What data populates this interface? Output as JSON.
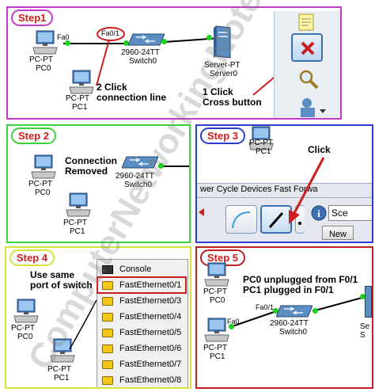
{
  "step1": {
    "badge": "Step1",
    "pc0": {
      "type": "PC-PT",
      "name": "PC0"
    },
    "pc1": {
      "type": "PC-PT",
      "name": "PC1"
    },
    "switch": {
      "type": "2960-24TT",
      "name": "Switch0"
    },
    "server": {
      "type": "Server-PT",
      "name": "Server0"
    },
    "port_left": "Fa0",
    "port_right": "Fa0/1",
    "note_click_line": "2 Click\nconnection line",
    "note_click_button": "1 Click\nCross button"
  },
  "step2": {
    "badge": "Step 2",
    "note": "Connection\nRemoved",
    "pc0": {
      "type": "PC-PT",
      "name": "PC0"
    },
    "pc1": {
      "type": "PC-PT",
      "name": "PC1"
    },
    "switch": {
      "type": "2960-24TT",
      "name": "Switch0"
    }
  },
  "step3": {
    "badge": "Step 3",
    "pc1": {
      "type": "PC-PT",
      "name": "PC1"
    },
    "click_label": "Click",
    "toolbar_text": "wer Cycle Devices  Fast Forwa",
    "sce_label": "Sce",
    "new_label": "New"
  },
  "step4": {
    "badge": "Step 4",
    "note": "Use same\nport of switch",
    "pc0": {
      "type": "PC-PT",
      "name": "PC0"
    },
    "pc1": {
      "type": "PC-PT",
      "name": "PC1"
    },
    "menu": [
      {
        "label": "Console",
        "kind": "console"
      },
      {
        "label": "FastEthernet0/1",
        "kind": "fe"
      },
      {
        "label": "FastEthernet0/3",
        "kind": "fe"
      },
      {
        "label": "FastEthernet0/4",
        "kind": "fe"
      },
      {
        "label": "FastEthernet0/5",
        "kind": "fe"
      },
      {
        "label": "FastEthernet0/6",
        "kind": "fe"
      },
      {
        "label": "FastEthernet0/7",
        "kind": "fe"
      },
      {
        "label": "FastEthernet0/8",
        "kind": "fe"
      }
    ]
  },
  "step5": {
    "badge": "Step 5",
    "note": "PC0 unplugged from F0/1\nPC1 plugged in F0/1",
    "pc0": {
      "type": "PC-PT",
      "name": "PC0"
    },
    "pc1": {
      "type": "PC-PT",
      "name": "PC1"
    },
    "switch": {
      "type": "2960-24TT",
      "name": "Switch0"
    },
    "port_left": "Fa0",
    "port_right": "Fa0/1",
    "server_partial": "Se\nS"
  },
  "watermark": "ComputerNetworkingNotes.com",
  "colors": {
    "step1": "#c03cc8",
    "step2": "#3cd23c",
    "step3": "#2a3fd0",
    "step4": "#d8e23a",
    "step5": "#c02020",
    "link_dot": "#1bd21b",
    "badge_text": "#d01c1c"
  }
}
